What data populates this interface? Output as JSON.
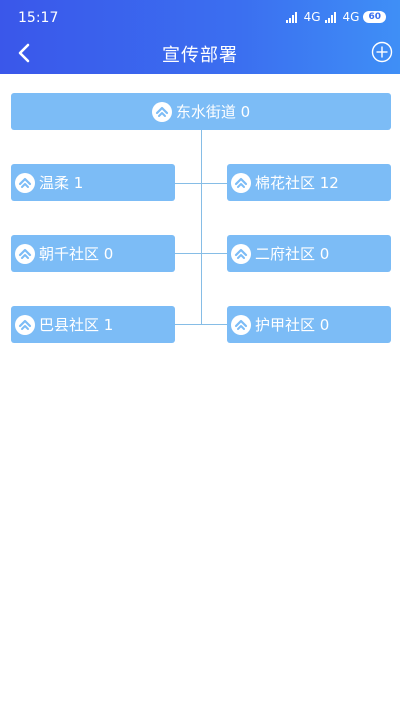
{
  "status_bar": {
    "time": "15:17",
    "network_1": "4G",
    "network_2": "4G",
    "battery": "60"
  },
  "nav": {
    "title": "宣传部署",
    "back_icon": "chevron-left-icon",
    "add_icon": "plus-circle-icon"
  },
  "tree": {
    "root": {
      "name": "东水街道",
      "count": "0",
      "label": "东水街道 0"
    },
    "left": [
      {
        "name": "温柔",
        "count": "1",
        "label": "温柔 1"
      },
      {
        "name": "朝千社区",
        "count": "0",
        "label": "朝千社区 0"
      },
      {
        "name": "巴县社区",
        "count": "1",
        "label": "巴县社区 1"
      }
    ],
    "right": [
      {
        "name": "棉花社区",
        "count": "12",
        "label": "棉花社区 12"
      },
      {
        "name": "二府社区",
        "count": "0",
        "label": "二府社区 0"
      },
      {
        "name": "护甲社区",
        "count": "0",
        "label": "护甲社区 0"
      }
    ],
    "node_icon": "home-chevron-icon"
  },
  "colors": {
    "header_start": "#3a57ea",
    "header_end": "#3f8ff6",
    "node_bg": "#7cbcf6",
    "line": "#86bde6"
  }
}
